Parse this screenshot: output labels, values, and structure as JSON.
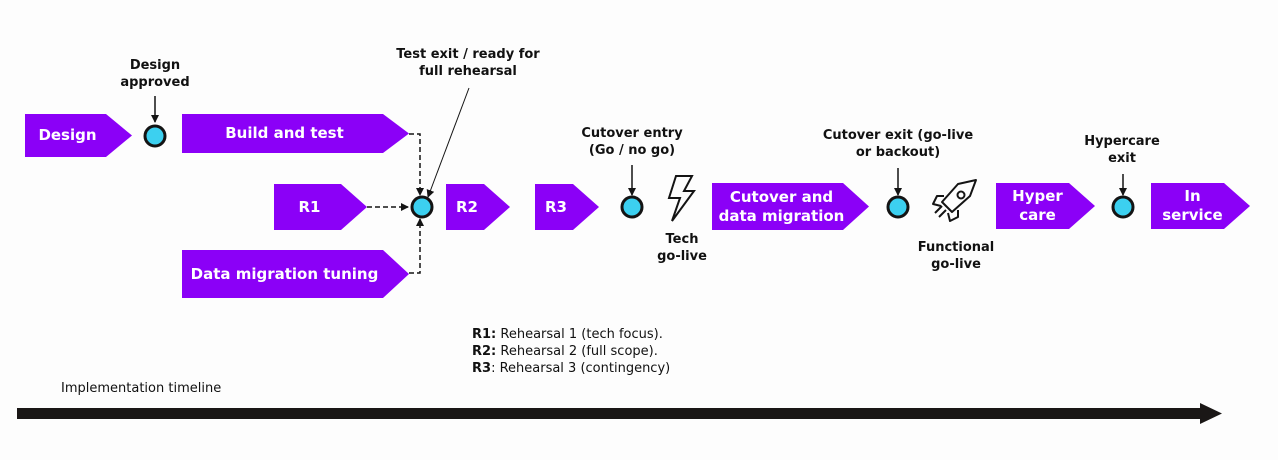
{
  "phases": {
    "design": "Design",
    "build_and_test": "Build and test",
    "r1": "R1",
    "data_migration_tuning": "Data migration tuning",
    "r2": "R2",
    "r3": "R3",
    "cutover": "Cutover and data migration",
    "hypercare": "Hyper care",
    "in_service": "In service"
  },
  "milestones": {
    "design_approved": "Design approved",
    "test_exit": "Test exit / ready for full rehearsal",
    "cutover_entry": "Cutover entry (Go / no go)",
    "tech_go_live": "Tech go-live",
    "cutover_exit": "Cutover exit (go-live or backout)",
    "functional_go_live": "Functional go-live",
    "hypercare_exit": "Hypercare exit"
  },
  "icons": {
    "tech_go_live": "lightning-bolt-icon",
    "functional_go_live": "rocket-icon"
  },
  "legend": [
    {
      "key": "R1:",
      "text": " Rehearsal 1 (tech focus)."
    },
    {
      "key": "R2:",
      "text": " Rehearsal 2 (full scope)."
    },
    {
      "key": "R3",
      "text": ": Rehearsal 3 (contingency)"
    }
  ],
  "timeline": {
    "label": "Implementation timeline"
  },
  "colors": {
    "phase": "#8b00f7",
    "milestone": "#3cd0f0",
    "ink": "#141414"
  }
}
